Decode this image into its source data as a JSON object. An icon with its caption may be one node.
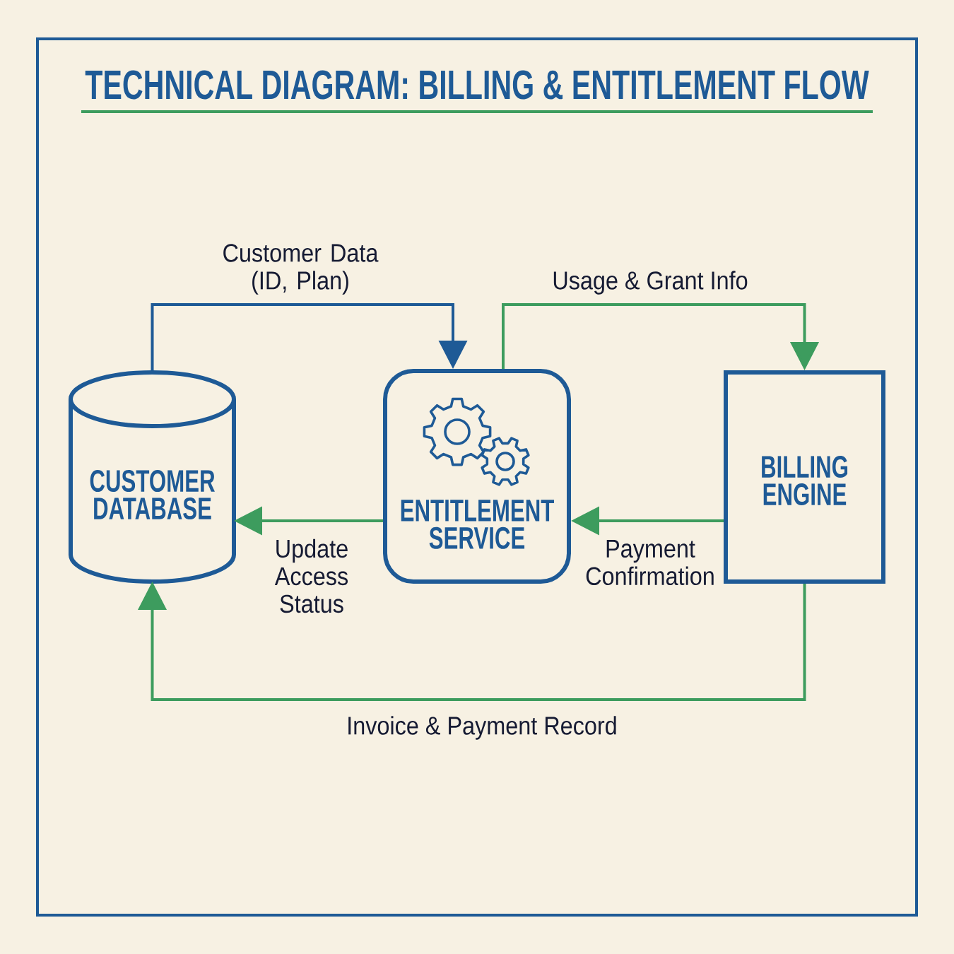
{
  "diagram": {
    "title": "TECHNICAL DIAGRAM: BILLING & ENTITLEMENT FLOW",
    "nodes": [
      {
        "text": [
          "CUSTOMER DATABASE"
        ]
      },
      {
        "text": [
          "ENTITLEMENT SERVICE"
        ]
      },
      {
        "text": [
          "BILLING ENGINE"
        ]
      }
    ],
    "edges": [
      {
        "from": 0,
        "to": 1,
        "arrow": "to",
        "label": "Customer Data (ID, Plan)",
        "color": "#1e5a96"
      },
      {
        "from": 1,
        "to": 2,
        "arrow": "to",
        "label": "Usage & Grant Info"
      },
      {
        "from": 2,
        "to": 1,
        "arrow": "to",
        "label": "Payment Confirmation"
      },
      {
        "from": 1,
        "to": 0,
        "arrow": "to",
        "label": "Update Access Status"
      },
      {
        "from": 2,
        "to": 0,
        "arrow": "to",
        "label": "Invoice & Payment Record"
      }
    ]
  }
}
